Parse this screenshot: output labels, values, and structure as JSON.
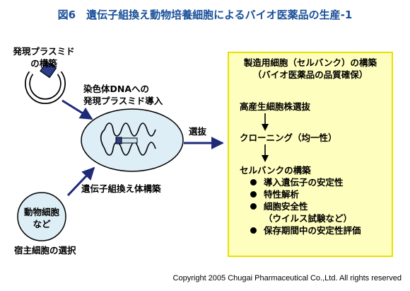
{
  "title": "図6　遺伝子組換え動物培養細胞によるバイオ医薬品の生産-1",
  "plasmid_label": [
    "発現プラスミド",
    "の構築"
  ],
  "transfer_label": [
    "染色体DNAへの",
    "発現プラスミド導入"
  ],
  "recombinant_label": "遺伝子組換え体構築",
  "host_cell_text": [
    "動物細胞",
    "など"
  ],
  "host_selection_label": "宿主細胞の選択",
  "selection_arrow_label": "選抜",
  "process_box": {
    "heading": [
      "製造用細胞（セルバンク）の構築",
      "（バイオ医薬品の品質確保）"
    ],
    "step1": "高産生細胞株選抜",
    "step2": "クローニング（均一性）",
    "step3": "セルバンクの構築",
    "checks": [
      "導入遺伝子の安定性",
      "特性解析",
      "細胞安全性",
      "保存期間中の安定性評価"
    ],
    "checks_sub": "（ウイルス試験など）"
  },
  "copyright": "Copyright 2005 Chugai Pharmaceutical Co.,Ltd. All rights reserved",
  "colors": {
    "title": "#1a4f99",
    "arrow": "#1f2a78",
    "cell_fill": "#ddeef7",
    "box_fill": "#fefebe",
    "box_border": "#e8e000",
    "insert": "#2c3e8a"
  }
}
